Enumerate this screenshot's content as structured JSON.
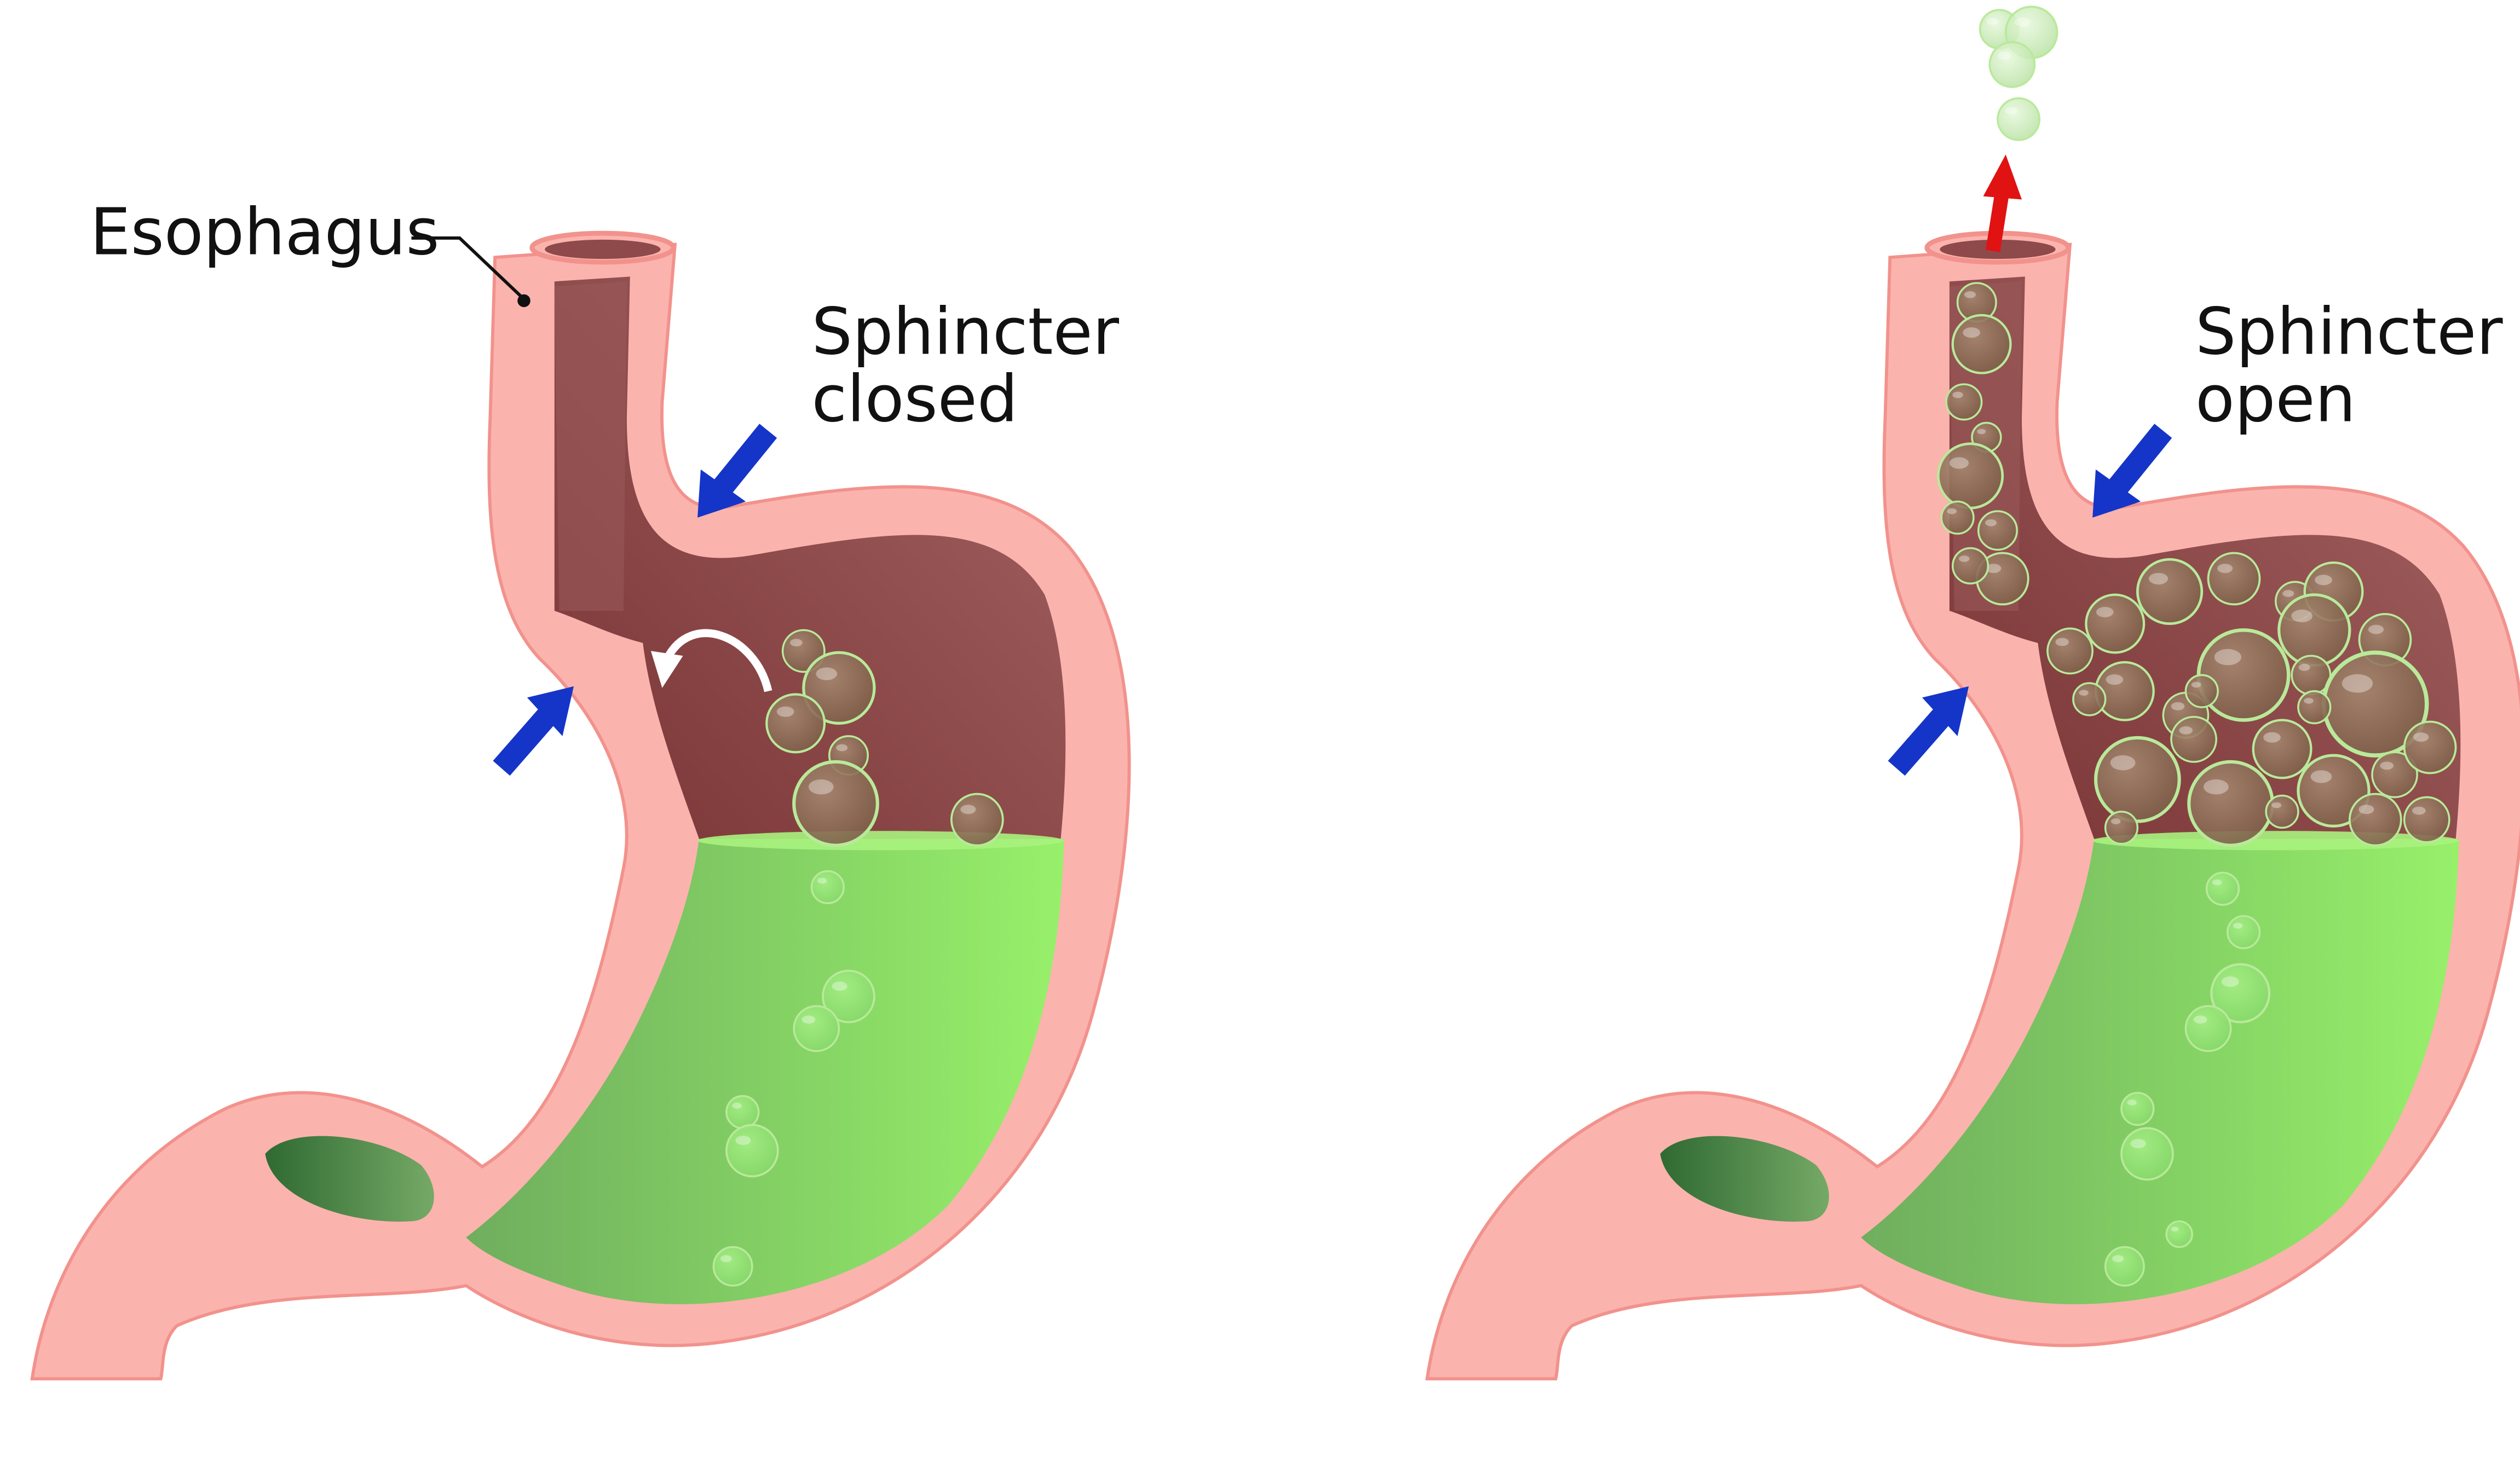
{
  "labels": {
    "esophagus": "Esophagus",
    "left_caption_line1": "Sphincter",
    "left_caption_line2": "closed",
    "right_caption_line1": "Sphincter",
    "right_caption_line2": "open"
  },
  "colors": {
    "wall": "#fbb3ae",
    "wall_outline": "#f2928c",
    "cavity_dark": "#8e4a4a",
    "cavity_mid": "#a35f5f",
    "fluid_light": "#97f06a",
    "fluid_dark": "#6fae5e",
    "bubble": "#8f7058",
    "bubble_rim": "#b9e99a",
    "arrow_blue": "#1535c8",
    "arrow_red": "#e01212",
    "pylorus_dark": "#2f6a32",
    "curve_arrow": "#ffffff"
  },
  "icons": {
    "sphincter_arrow": "blue-arrow-icon",
    "gas_escape_arrow": "red-arrow-icon",
    "reflux_curve": "curved-arrow-icon",
    "gas_bubble": "bubble-icon"
  }
}
